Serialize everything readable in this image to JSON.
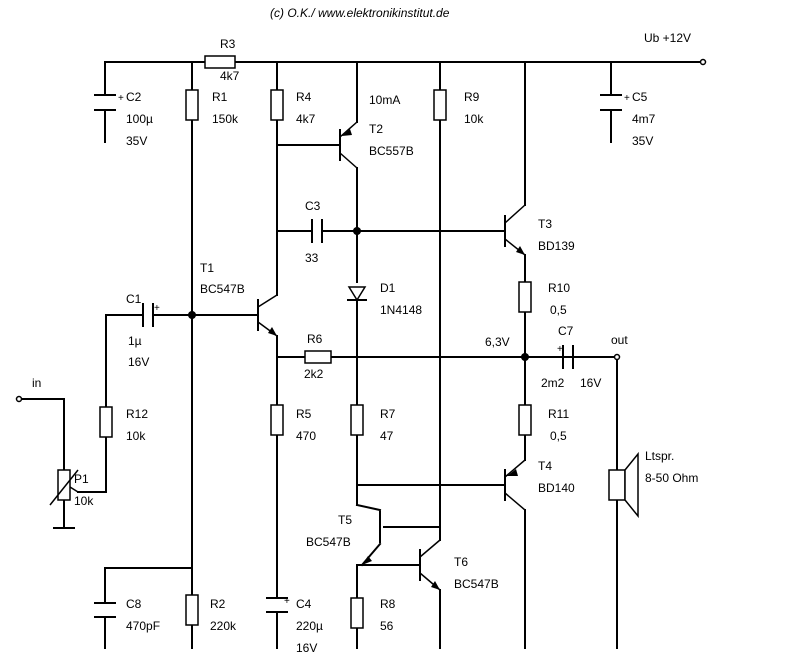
{
  "copyright": "(c) O.K./ www.elektronikinstitut.de",
  "supply_label": "Ub +12V",
  "labels": {
    "in": "in",
    "out": "out",
    "mid_voltage": "6,3V",
    "current": "10mA",
    "speaker_name": "Ltspr.",
    "speaker_value": "8-50 Ohm"
  },
  "components": {
    "R1": {
      "name": "R1",
      "value": "150k"
    },
    "R2": {
      "name": "R2",
      "value": "220k"
    },
    "R3": {
      "name": "R3",
      "value": "4k7"
    },
    "R4": {
      "name": "R4",
      "value": "4k7"
    },
    "R5": {
      "name": "R5",
      "value": "470"
    },
    "R6": {
      "name": "R6",
      "value": "2k2"
    },
    "R7": {
      "name": "R7",
      "value": "47"
    },
    "R8": {
      "name": "R8",
      "value": "56"
    },
    "R9": {
      "name": "R9",
      "value": "10k"
    },
    "R10": {
      "name": "R10",
      "value": "0,5"
    },
    "R11": {
      "name": "R11",
      "value": "0,5"
    },
    "R12": {
      "name": "R12",
      "value": "10k"
    },
    "P1": {
      "name": "P1",
      "value": "10k"
    },
    "C1": {
      "name": "C1",
      "value": "1µ",
      "voltage": "16V"
    },
    "C2": {
      "name": "C2",
      "value": "100µ",
      "voltage": "35V"
    },
    "C3": {
      "name": "C3",
      "value": "33"
    },
    "C4": {
      "name": "C4",
      "value": "220µ",
      "voltage": "16V"
    },
    "C5": {
      "name": "C5",
      "value": "4m7",
      "voltage": "35V"
    },
    "C7": {
      "name": "C7",
      "value": "2m2",
      "voltage": "16V"
    },
    "C8": {
      "name": "C8",
      "value": "470pF"
    },
    "D1": {
      "name": "D1",
      "value": "1N4148"
    },
    "T1": {
      "name": "T1",
      "value": "BC547B"
    },
    "T2": {
      "name": "T2",
      "value": "BC557B"
    },
    "T3": {
      "name": "T3",
      "value": "BD139"
    },
    "T4": {
      "name": "T4",
      "value": "BD140"
    },
    "T5": {
      "name": "T5",
      "value": "BC547B"
    },
    "T6": {
      "name": "T6",
      "value": "BC547B"
    }
  }
}
